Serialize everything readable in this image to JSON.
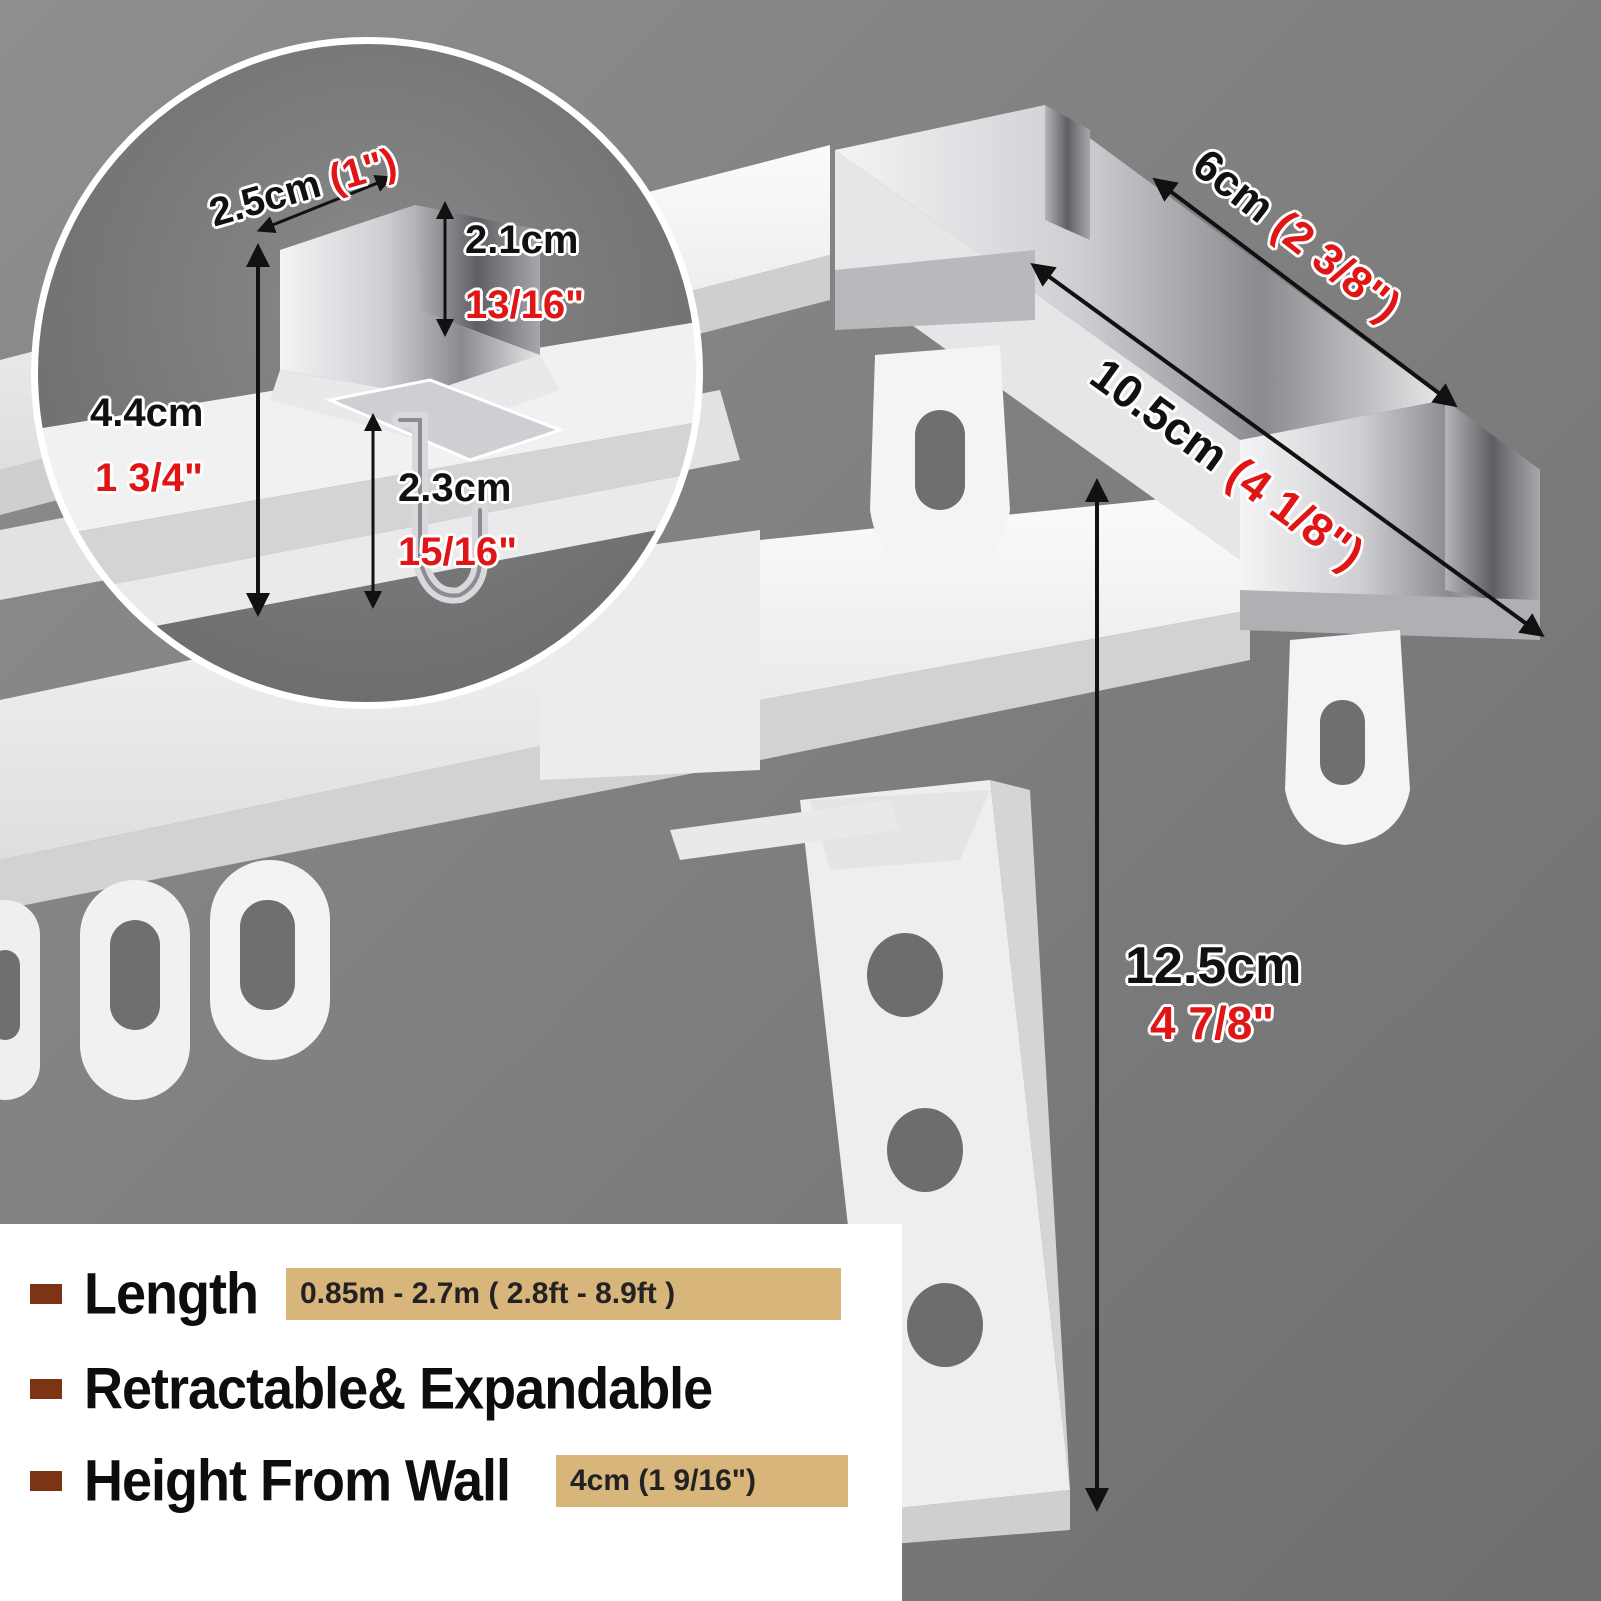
{
  "colors": {
    "background": "#7f7f7f",
    "rail": "#f4f4f4",
    "chrome": "#c9c9cc",
    "red_text": "#e01515",
    "bullet": "#7c3415",
    "value_box": "#d8b57a"
  },
  "dimensions": {
    "end_cap_width": {
      "metric": "6cm",
      "imperial": "(2 3/8\")"
    },
    "end_cap_length": {
      "metric": "10.5cm",
      "imperial": "(4 1/8\")"
    },
    "bracket_height": {
      "metric": "12.5cm",
      "imperial": "4 7/8\""
    }
  },
  "inset": {
    "runner_width": {
      "metric": "2.5cm",
      "imperial": "(1\")"
    },
    "runner_height": {
      "metric": "2.1cm",
      "imperial": "13/16\""
    },
    "total_height": {
      "metric": "4.4cm",
      "imperial": "1 3/4\""
    },
    "hook_height": {
      "metric": "2.3cm",
      "imperial": "15/16\""
    }
  },
  "specs": [
    {
      "label": "Length",
      "value": "0.85m - 2.7m ( 2.8ft - 8.9ft )"
    },
    {
      "label": "Retractable& Expandable",
      "value": ""
    },
    {
      "label": "Height From Wall",
      "value": "4cm (1 9/16\")"
    }
  ]
}
